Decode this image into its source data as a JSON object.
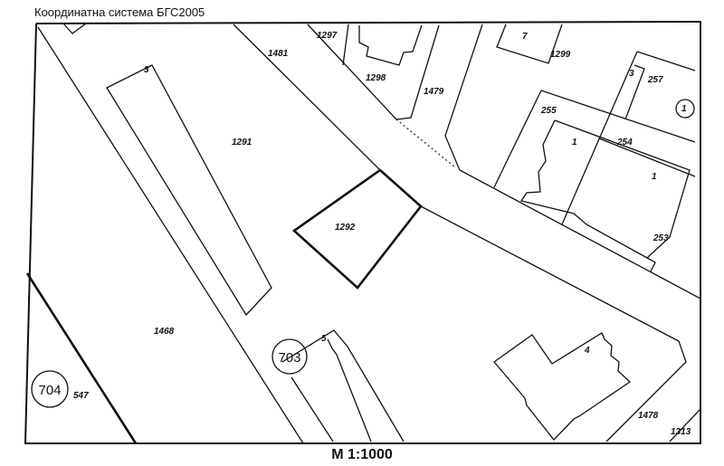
{
  "header": {
    "coordinate_system": "Координатна система БГС2005"
  },
  "footer": {
    "scale": "M 1:1000"
  },
  "map": {
    "parcels": [
      "1481",
      "1297",
      "1298",
      "1479",
      "7",
      "1299",
      "3",
      "1291",
      "1292",
      "3",
      "257",
      "1",
      "255",
      "1",
      "254",
      "1",
      "253",
      "1468",
      "5",
      "547",
      "4",
      "1478",
      "1313"
    ],
    "circled_numbers": [
      "704",
      "703",
      "1"
    ],
    "highlighted_parcel": "1292"
  }
}
